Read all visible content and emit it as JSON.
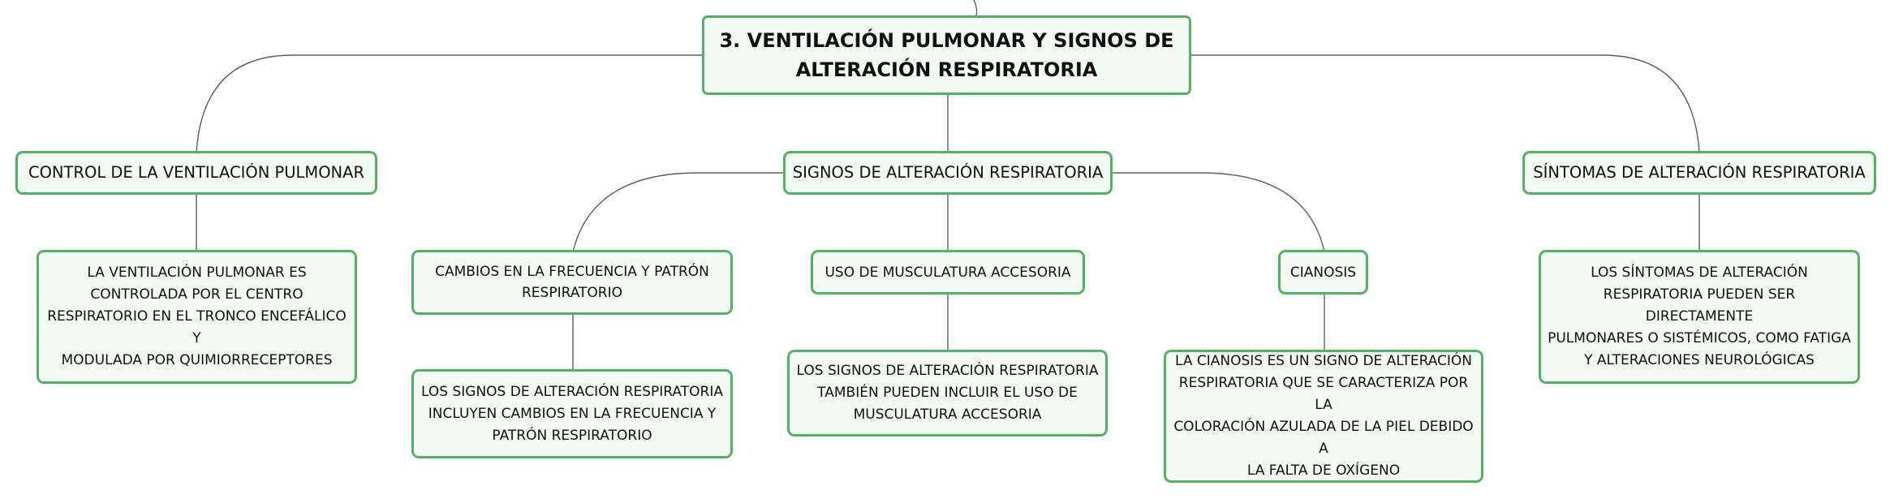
{
  "root": {
    "title": "3. VENTILACIÓN PULMONAR Y SIGNOS DE\nALTERACIÓN RESPIRATORIA"
  },
  "topics": {
    "control": {
      "label": "CONTROL DE LA VENTILACIÓN PULMONAR",
      "detail": "LA VENTILACIÓN PULMONAR ES\nCONTROLADA POR EL CENTRO\nRESPIRATORIO EN EL TRONCO ENCEFÁLICO Y\nMODULADA POR QUIMIORRECEPTORES"
    },
    "signs": {
      "label": "SIGNOS DE ALTERACIÓN RESPIRATORIA",
      "subtopics": {
        "frequency": {
          "label": "CAMBIOS EN LA FRECUENCIA Y PATRÓN\nRESPIRATORIO",
          "detail": "LOS SIGNOS DE ALTERACIÓN RESPIRATORIA\nINCLUYEN CAMBIOS EN LA FRECUENCIA Y\nPATRÓN RESPIRATORIO"
        },
        "muscles": {
          "label": "USO DE MUSCULATURA ACCESORIA",
          "detail": "LOS SIGNOS DE ALTERACIÓN RESPIRATORIA\nTAMBIÉN PUEDEN INCLUIR EL USO DE\nMUSCULATURA ACCESORIA"
        },
        "cyanosis": {
          "label": "CIANOSIS",
          "detail": "LA CIANOSIS ES UN SIGNO DE ALTERACIÓN\nRESPIRATORIA QUE SE CARACTERIZA POR LA\nCOLORACIÓN AZULADA DE LA PIEL DEBIDO A\nLA FALTA DE OXÍGENO"
        }
      }
    },
    "symptoms": {
      "label": "SÍNTOMAS DE ALTERACIÓN RESPIRATORIA",
      "detail": "LOS SÍNTOMAS DE ALTERACIÓN\nRESPIRATORIA PUEDEN SER DIRECTAMENTE\nPULMONARES O SISTÉMICOS, COMO FATIGA\nY ALTERACIONES NEUROLÓGICAS"
    }
  },
  "colors": {
    "node_border": "#55b066",
    "node_fill": "#f2faf4",
    "connector": "#5e5e5e",
    "text": "#111111"
  }
}
